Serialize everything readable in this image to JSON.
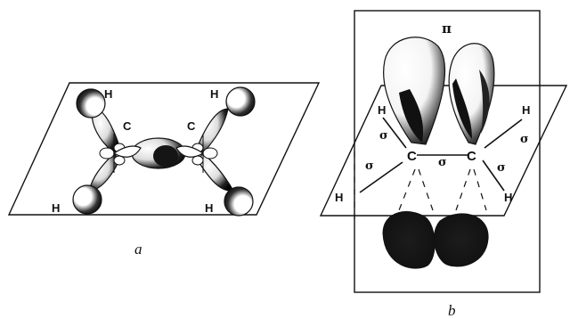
{
  "figure_a": {
    "caption": "a",
    "labels": {
      "h_top_left": "H",
      "h_top_right": "H",
      "h_bottom_left": "H",
      "h_bottom_right": "H",
      "c_left": "C",
      "c_right": "C"
    }
  },
  "figure_b": {
    "caption": "b",
    "labels": {
      "pi": "π",
      "c_left": "C",
      "c_right": "C",
      "h_upper_left": "H",
      "h_upper_right": "H",
      "h_lower_left": "H",
      "h_lower_right": "H",
      "sigma_cc": "σ",
      "sigma_upper_left": "σ",
      "sigma_lower_left": "σ",
      "sigma_upper_right": "σ",
      "sigma_lower_right": "σ"
    }
  },
  "colors": {
    "ink": "#111111",
    "shade": "#1a1a1a",
    "paper": "#ffffff"
  }
}
